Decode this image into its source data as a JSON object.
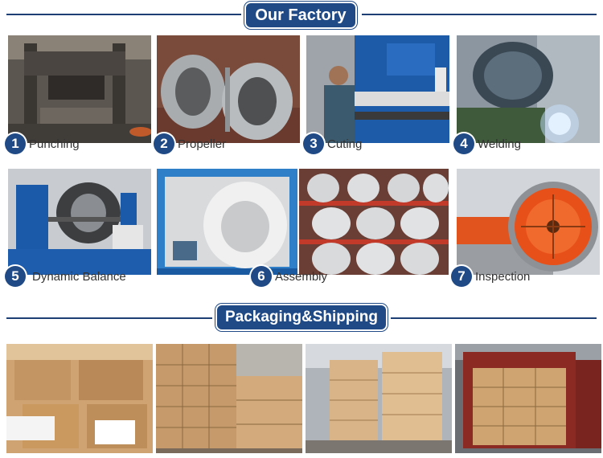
{
  "factory": {
    "title": "Our Factory",
    "steps": [
      {
        "number": "1",
        "label": "Punching"
      },
      {
        "number": "2",
        "label": "Propeller"
      },
      {
        "number": "3",
        "label": "Cuting"
      },
      {
        "number": "4",
        "label": "Welding"
      },
      {
        "number": "5",
        "label": "Dynamic Balance"
      },
      {
        "number": "6",
        "label": "Assembly"
      },
      {
        "number": "7",
        "label": "Inspection"
      }
    ]
  },
  "shipping": {
    "title": "Packaging&Shipping"
  },
  "colors": {
    "banner": "#1f4a86",
    "rule": "#1d3f73",
    "caption": "#333333"
  }
}
